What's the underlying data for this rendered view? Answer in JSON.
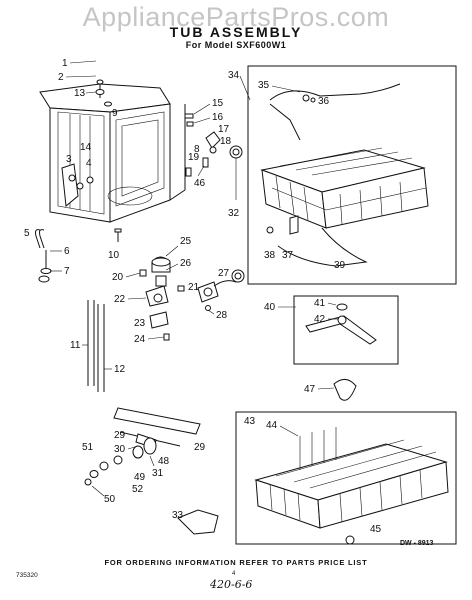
{
  "watermark": "AppliancePartsPros.com",
  "title": "TUB ASSEMBLY",
  "model_line": "For Model SXF600W1",
  "callouts": [
    "1",
    "2",
    "3",
    "4",
    "5",
    "6",
    "7",
    "8",
    "9",
    "10",
    "11",
    "12",
    "13",
    "14",
    "15",
    "16",
    "17",
    "18",
    "19",
    "20",
    "21",
    "22",
    "23",
    "24",
    "25",
    "26",
    "27",
    "28",
    "29",
    "29",
    "30",
    "31",
    "32",
    "33",
    "34",
    "35",
    "36",
    "37",
    "38",
    "39",
    "40",
    "41",
    "42",
    "43",
    "44",
    "45",
    "46",
    "47",
    "48",
    "49",
    "50",
    "51",
    "52"
  ],
  "diagram_code": "DW - 8913",
  "footer_text": "FOR ORDERING INFORMATION REFER TO PARTS PRICE LIST",
  "page_number": "4",
  "corner_code": "735320",
  "handwritten_note": "420-6-6"
}
